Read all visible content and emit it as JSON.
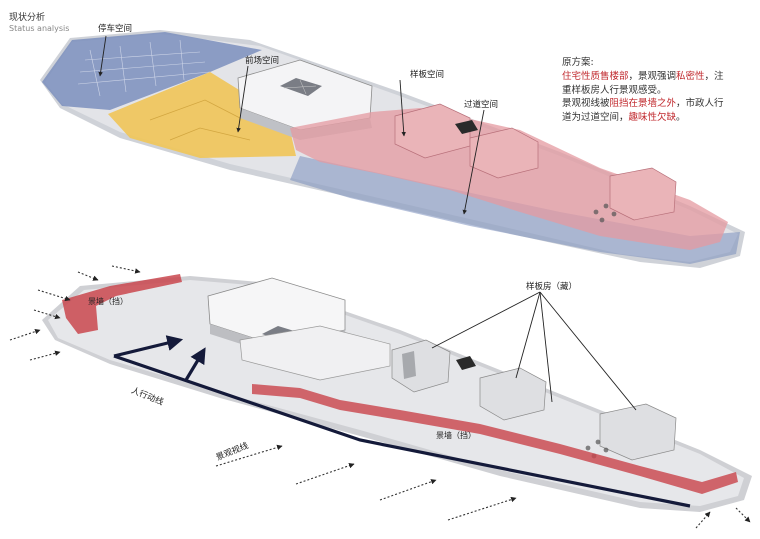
{
  "header": {
    "title_cn": "现状分析",
    "title_en": "Status analysis"
  },
  "top_labels": {
    "parking": "停车空间",
    "front": "前场空间",
    "model": "样板空间",
    "passage": "过道空间"
  },
  "notes": {
    "heading": "原方案:",
    "line1_a": "住宅性质售楼部",
    "line1_b": "，景观强调",
    "line1_c": "私密性",
    "line1_d": "，注",
    "line2": "重样板房人行景观感受。",
    "line3_a": "景观视线被",
    "line3_b": "阻挡在景墙之外",
    "line3_c": "，市政人行",
    "line4_a": "道为过道空间，",
    "line4_b": "趣味性欠缺",
    "line4_c": "。"
  },
  "bottom_labels": {
    "model_house": "样板房（藏）",
    "wall_1": "景墙（挡）",
    "wall_2": "景墙（挡）",
    "pedestrian": "人行动线",
    "sightline": "景观视线"
  },
  "colors": {
    "parking": "#7b8fbd",
    "front": "#f0c65a",
    "model": "#e49aa0",
    "wall": "#c9474e",
    "accent_text": "#c0282d"
  }
}
